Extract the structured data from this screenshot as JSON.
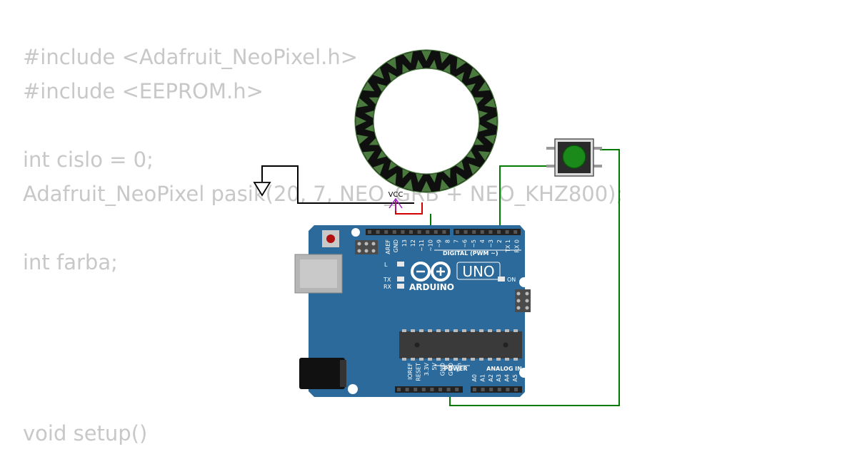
{
  "code_lines": [
    "#include <Adafruit_NeoPixel.h>",
    "#include <EEPROM.h>",
    "",
    "int cislo = 0;",
    "Adafruit_NeoPixel pasik(20, 7, NEO_GRB + NEO_KHZ800);",
    "",
    "int farba;",
    "",
    "",
    "",
    "void setup()"
  ],
  "neopixel_ring": {
    "pixel_count": 24,
    "pixel_color": "#4a7a3e"
  },
  "wires": {
    "signal_color": "#007a00",
    "power_color": "#d40000",
    "ground_color": "#000000"
  },
  "labels": {
    "vcc": "VCC"
  },
  "arduino": {
    "board_color": "#2b6a9a",
    "logo_text": "ARDUINO",
    "model": "UNO",
    "on_label": "ON",
    "l_label": "L",
    "tx_label": "TX",
    "rx_label": "RX",
    "digital_label": "DIGITAL (PWM ~)",
    "power_label": "POWER",
    "analog_label": "ANALOG IN",
    "aref": "AREF",
    "gnd": "GND",
    "digital_pins": [
      "13",
      "12",
      "~11",
      "~10",
      "~9",
      "8",
      "7",
      "~6",
      "~5",
      "4",
      "~3",
      "2",
      "TX 1",
      "RX 0"
    ],
    "power_pins": [
      "IOREF",
      "RESET",
      "3.3V",
      "5V",
      "GND",
      "GND",
      "Vin"
    ],
    "analog_pins": [
      "A0",
      "A1",
      "A2",
      "A3",
      "A4",
      "A5"
    ]
  },
  "pushbutton": {
    "cap_color": "#1a8a1a"
  }
}
